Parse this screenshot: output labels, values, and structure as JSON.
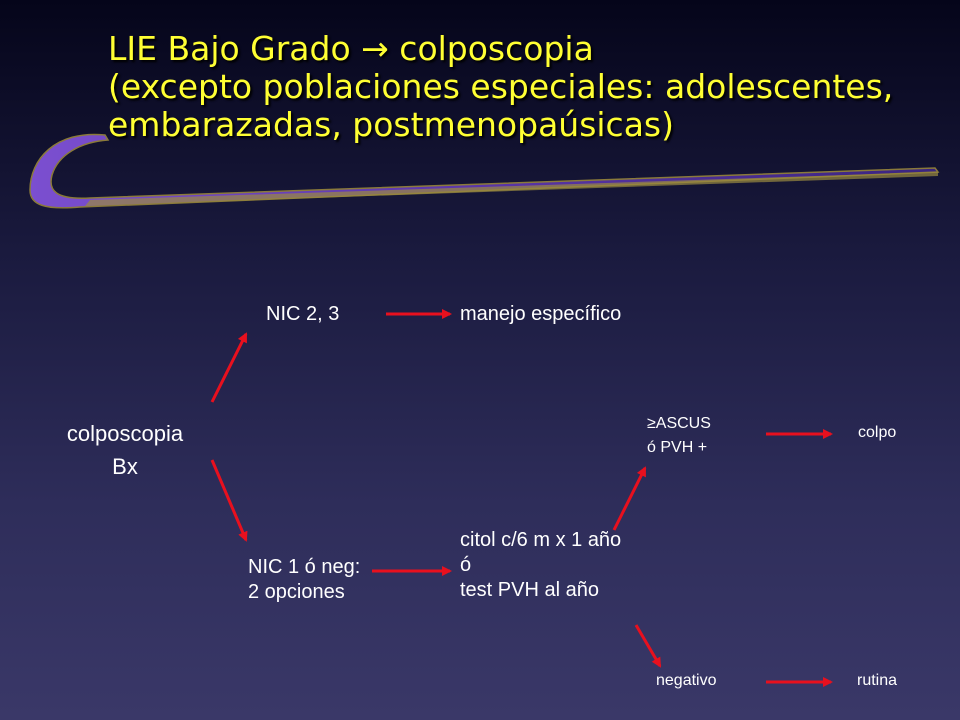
{
  "title": {
    "line1": "LIE Bajo Grado → colposcopia",
    "line2": "(excepto poblaciones especiales:  adolescentes,",
    "line3": "embarazadas, postmenopaúsicas)"
  },
  "nodes": {
    "colposcopia": "colposcopia",
    "bx": "Bx",
    "nic23": "NIC 2, 3",
    "manejo": "manejo específico",
    "nic1_line1": "NIC 1 ó neg:",
    "nic1_line2": "2 opciones",
    "citol_line1": "citol c/6 m x 1 año",
    "citol_line2": "ó",
    "citol_line3": "test PVH al año",
    "ascus_line1": "≥ASCUS",
    "ascus_line2": "ó PVH +",
    "colpo": "colpo",
    "negativo": "negativo",
    "rutina": "rutina"
  },
  "colors": {
    "title": "#ffff33",
    "arrow": "#e8101e",
    "swoosh": "#6a3fc0",
    "text": "#ffffff"
  }
}
